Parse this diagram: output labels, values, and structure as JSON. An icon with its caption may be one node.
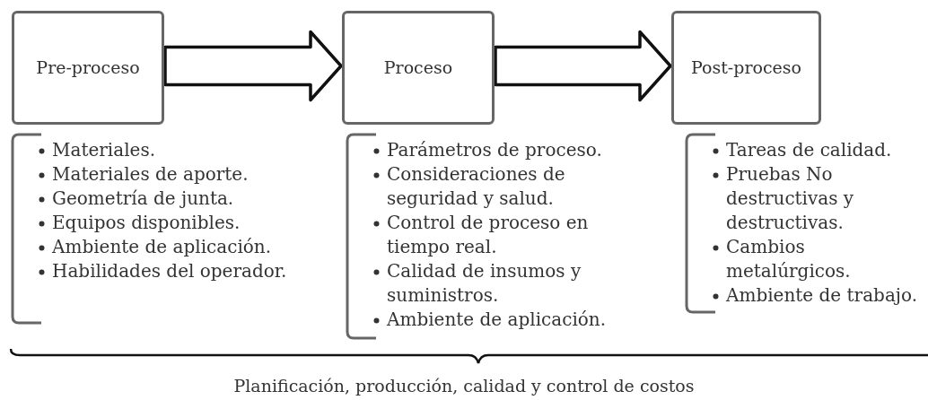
{
  "diagram": {
    "nodes": [
      {
        "text": [
          "Pre-proceso"
        ]
      },
      {
        "text": [
          "Proceso"
        ]
      },
      {
        "text": [
          "Post-proceso"
        ]
      },
      {
        "text": [
          "Materiales.",
          "Materiales de aporte.",
          "Geometría de junta.",
          "Equipos disponibles.",
          "Ambiente de aplicación.",
          "Habilidades del operador."
        ]
      },
      {
        "text": [
          "Parámetros de proceso.",
          "Consideraciones de seguridad y salud.",
          "Control de proceso en tiempo real.",
          "Calidad de insumos y suministros.",
          "Ambiente de aplicación."
        ]
      },
      {
        "text": [
          "Tareas de calidad.",
          "Pruebas No destructivas y destructivas.",
          "Cambios metalúrgicos.",
          "Ambiente de trabajo."
        ]
      }
    ],
    "edges": [
      {
        "from": 0,
        "to": 1,
        "arrow": "to"
      },
      {
        "from": 1,
        "to": 2,
        "arrow": "to"
      }
    ],
    "labels": [
      "Planificación, producción, calidad y control de costos"
    ]
  }
}
